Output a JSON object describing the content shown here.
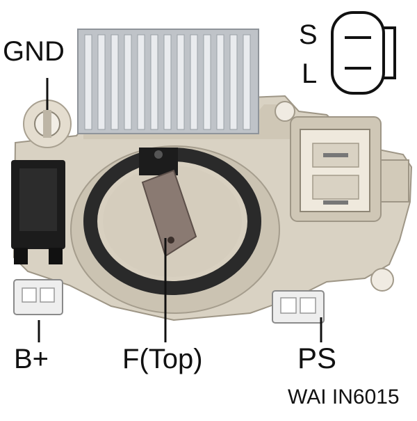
{
  "labels": {
    "gnd": "GND",
    "s": "S",
    "l": "L",
    "b_plus": "B+",
    "f_top": "F(Top)",
    "ps": "PS",
    "part_number": "WAI IN6015"
  },
  "colors": {
    "housing": "#d9d2c3",
    "housing_shadow": "#b8b0a0",
    "heatsink": "#c9ccd0",
    "heatsink_fin": "#e9ebee",
    "black_part": "#1c1c1c",
    "seal": "#2a2a2a",
    "brush": "#8a7a72",
    "leader_line": "#111111"
  }
}
